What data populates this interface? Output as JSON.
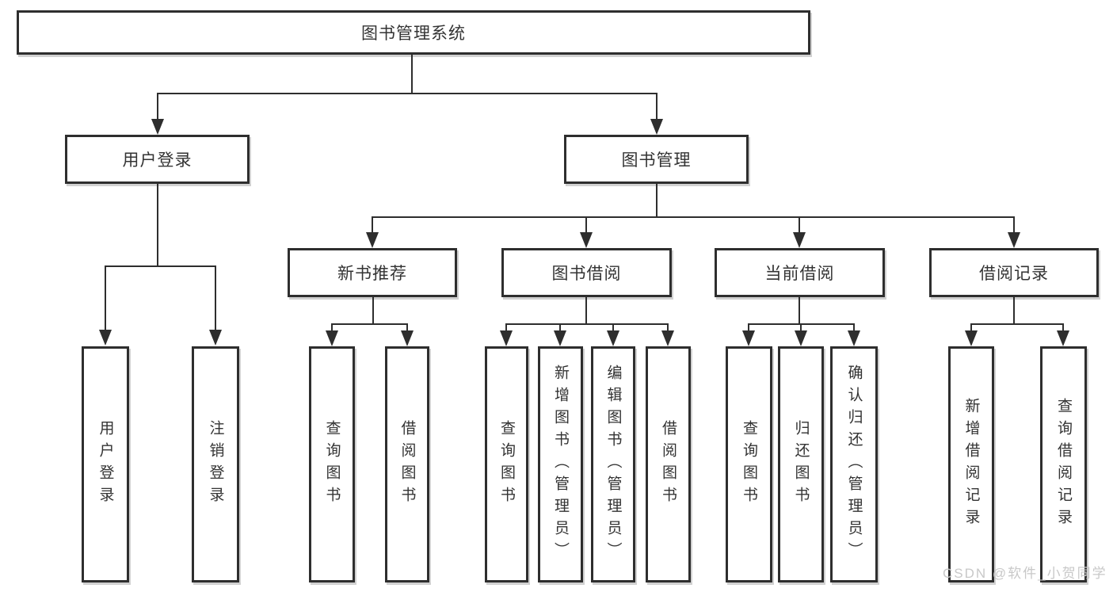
{
  "diagram": {
    "root": "图书管理系统",
    "branches": [
      {
        "label": "用户登录",
        "children": [
          {
            "label": "用户登录"
          },
          {
            "label": "注销登录"
          }
        ]
      },
      {
        "label": "图书管理",
        "children": [
          {
            "label": "新书推荐",
            "children": [
              {
                "label": "查询图书"
              },
              {
                "label": "借阅图书"
              }
            ]
          },
          {
            "label": "图书借阅",
            "children": [
              {
                "label": "查询图书"
              },
              {
                "label": "新增图书（管理员）"
              },
              {
                "label": "编辑图书（管理员）"
              },
              {
                "label": "借阅图书"
              }
            ]
          },
          {
            "label": "当前借阅",
            "children": [
              {
                "label": "查询图书"
              },
              {
                "label": "归还图书"
              },
              {
                "label": "确认归还（管理员）"
              }
            ]
          },
          {
            "label": "借阅记录",
            "children": [
              {
                "label": "新增借阅记录"
              },
              {
                "label": "查询借阅记录"
              }
            ]
          }
        ]
      }
    ]
  },
  "watermark": "CSDN @软件_小贺同学",
  "colors": {
    "line": "#2e2e2e",
    "box_border": "#2e2e2e",
    "text": "#333333",
    "watermark": "#c8c8c8",
    "background": "#ffffff"
  }
}
